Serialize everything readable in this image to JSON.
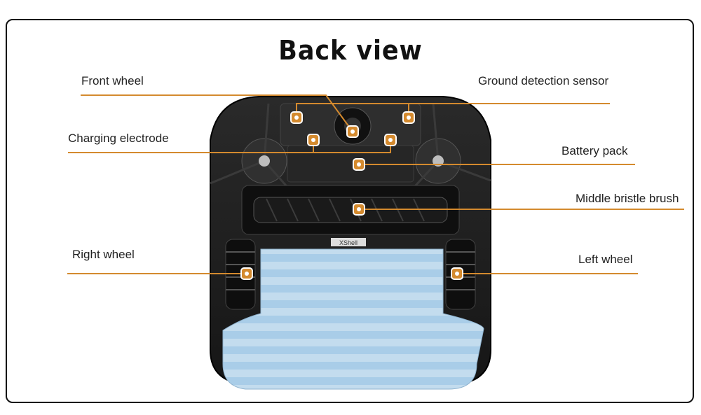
{
  "title": "Back view",
  "labels": {
    "front_wheel": "Front wheel",
    "ground_sensor": "Ground detection sensor",
    "charging_electrode": "Charging electrode",
    "battery_pack": "Battery pack",
    "middle_brush": "Middle bristle brush",
    "right_wheel": "Right wheel",
    "left_wheel": "Left wheel"
  },
  "device_text": "XShell",
  "colors": {
    "callout": "#d48a2e",
    "body": "#1c1c1c",
    "mop": "#a8cbe4"
  }
}
